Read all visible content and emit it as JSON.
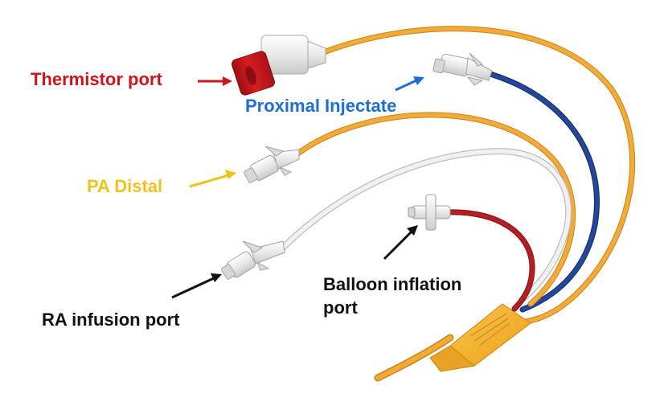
{
  "labels": {
    "thermistor": "Thermistor port",
    "proximal": "Proximal Injectate",
    "pa_distal": "PA Distal",
    "balloon_line1": "Balloon inflation",
    "balloon_line2": "port",
    "ra_infusion": "RA infusion port"
  },
  "colors": {
    "thermistor_label": "#d0131b",
    "proximal_label": "#1b6fd6",
    "pa_distal_label": "#f0c21a",
    "dark_label": "#111111",
    "lumen_orange": "#f0a531",
    "lumen_blue": "#1d3f8a",
    "lumen_white": "#e8e8e8",
    "lumen_red": "#b01e22",
    "thermistor_cap": "#c7161d",
    "sheath": "#f4b63a"
  }
}
